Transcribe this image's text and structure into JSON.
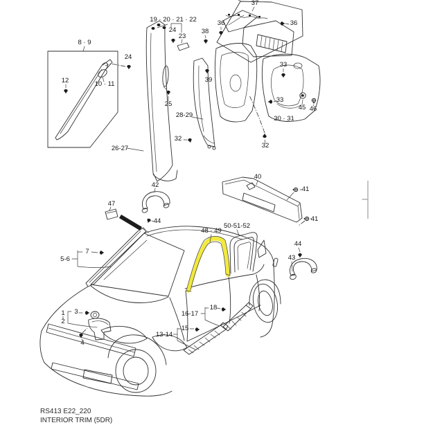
{
  "footer": {
    "code": "RS413 E22_220",
    "title": "INTERIOR TRIM (5DR)"
  },
  "colors": {
    "background": "#ffffff",
    "line": "#2d2d2d",
    "highlight": "#f2e93f",
    "scroll_marker": "#ababab"
  },
  "highlight": {
    "part_label": "48 · 49",
    "description": "front-door-opening-trim-highlighted"
  },
  "callouts": [
    {
      "id": "8-9",
      "text": "8 · 9"
    },
    {
      "id": "12",
      "text": "12"
    },
    {
      "id": "10-11",
      "text": "10 · 11"
    },
    {
      "id": "24a",
      "text": "24"
    },
    {
      "id": "19-20-21-22",
      "text": "19 · 20 · 21 · 22"
    },
    {
      "id": "24b",
      "text": "24"
    },
    {
      "id": "23",
      "text": "23"
    },
    {
      "id": "25",
      "text": "25"
    },
    {
      "id": "26-27",
      "text": "26-27"
    },
    {
      "id": "28-29",
      "text": "28-29"
    },
    {
      "id": "32a",
      "text": "32"
    },
    {
      "id": "38",
      "text": "38"
    },
    {
      "id": "39",
      "text": "39"
    },
    {
      "id": "37",
      "text": "37"
    },
    {
      "id": "36a",
      "text": "36"
    },
    {
      "id": "36b",
      "text": "36"
    },
    {
      "id": "33a",
      "text": "33"
    },
    {
      "id": "33b",
      "text": "33"
    },
    {
      "id": "45",
      "text": "45"
    },
    {
      "id": "46",
      "text": "46"
    },
    {
      "id": "30-31",
      "text": "30 · 31"
    },
    {
      "id": "32b",
      "text": "32"
    },
    {
      "id": "42",
      "text": "42"
    },
    {
      "id": "47",
      "text": "47"
    },
    {
      "id": "44a",
      "text": "44"
    },
    {
      "id": "40",
      "text": "40"
    },
    {
      "id": "41a",
      "text": "41"
    },
    {
      "id": "41b",
      "text": "41"
    },
    {
      "id": "5-6",
      "text": "5-6"
    },
    {
      "id": "7",
      "text": "7"
    },
    {
      "id": "48-49",
      "text": "48 · 49"
    },
    {
      "id": "50-51-52",
      "text": "50-51-52"
    },
    {
      "id": "44b",
      "text": "44"
    },
    {
      "id": "43",
      "text": "43"
    },
    {
      "id": "1",
      "text": "1"
    },
    {
      "id": "2",
      "text": "2"
    },
    {
      "id": "3",
      "text": "3"
    },
    {
      "id": "4",
      "text": "4"
    },
    {
      "id": "13-14",
      "text": "13-14"
    },
    {
      "id": "15",
      "text": "15"
    },
    {
      "id": "16-17",
      "text": "16-17"
    },
    {
      "id": "18",
      "text": "18"
    }
  ]
}
